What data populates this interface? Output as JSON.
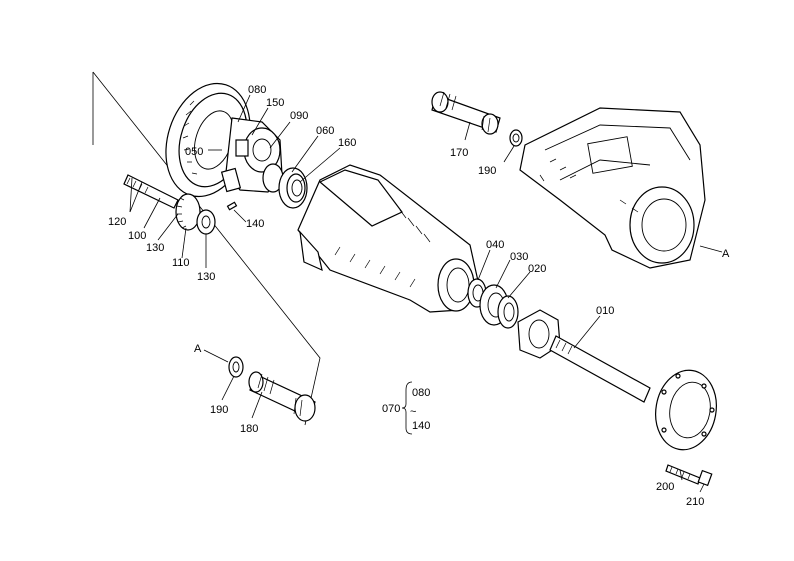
{
  "callouts": {
    "c010": "010",
    "c020": "020",
    "c030": "030",
    "c040": "040",
    "c050": "050",
    "c060": "060",
    "c070": "070",
    "c080": "080",
    "c090": "090",
    "c100": "100",
    "c110": "110",
    "c120": "120",
    "c130a": "130",
    "c130b": "130",
    "c140": "140",
    "c150": "150",
    "c160": "160",
    "c170": "170",
    "c180": "180",
    "c190a": "190",
    "c190b": "190",
    "c200": "200",
    "c210": "210",
    "kit080": "080",
    "kit140": "140",
    "refA1": "A",
    "refA2": "A"
  }
}
